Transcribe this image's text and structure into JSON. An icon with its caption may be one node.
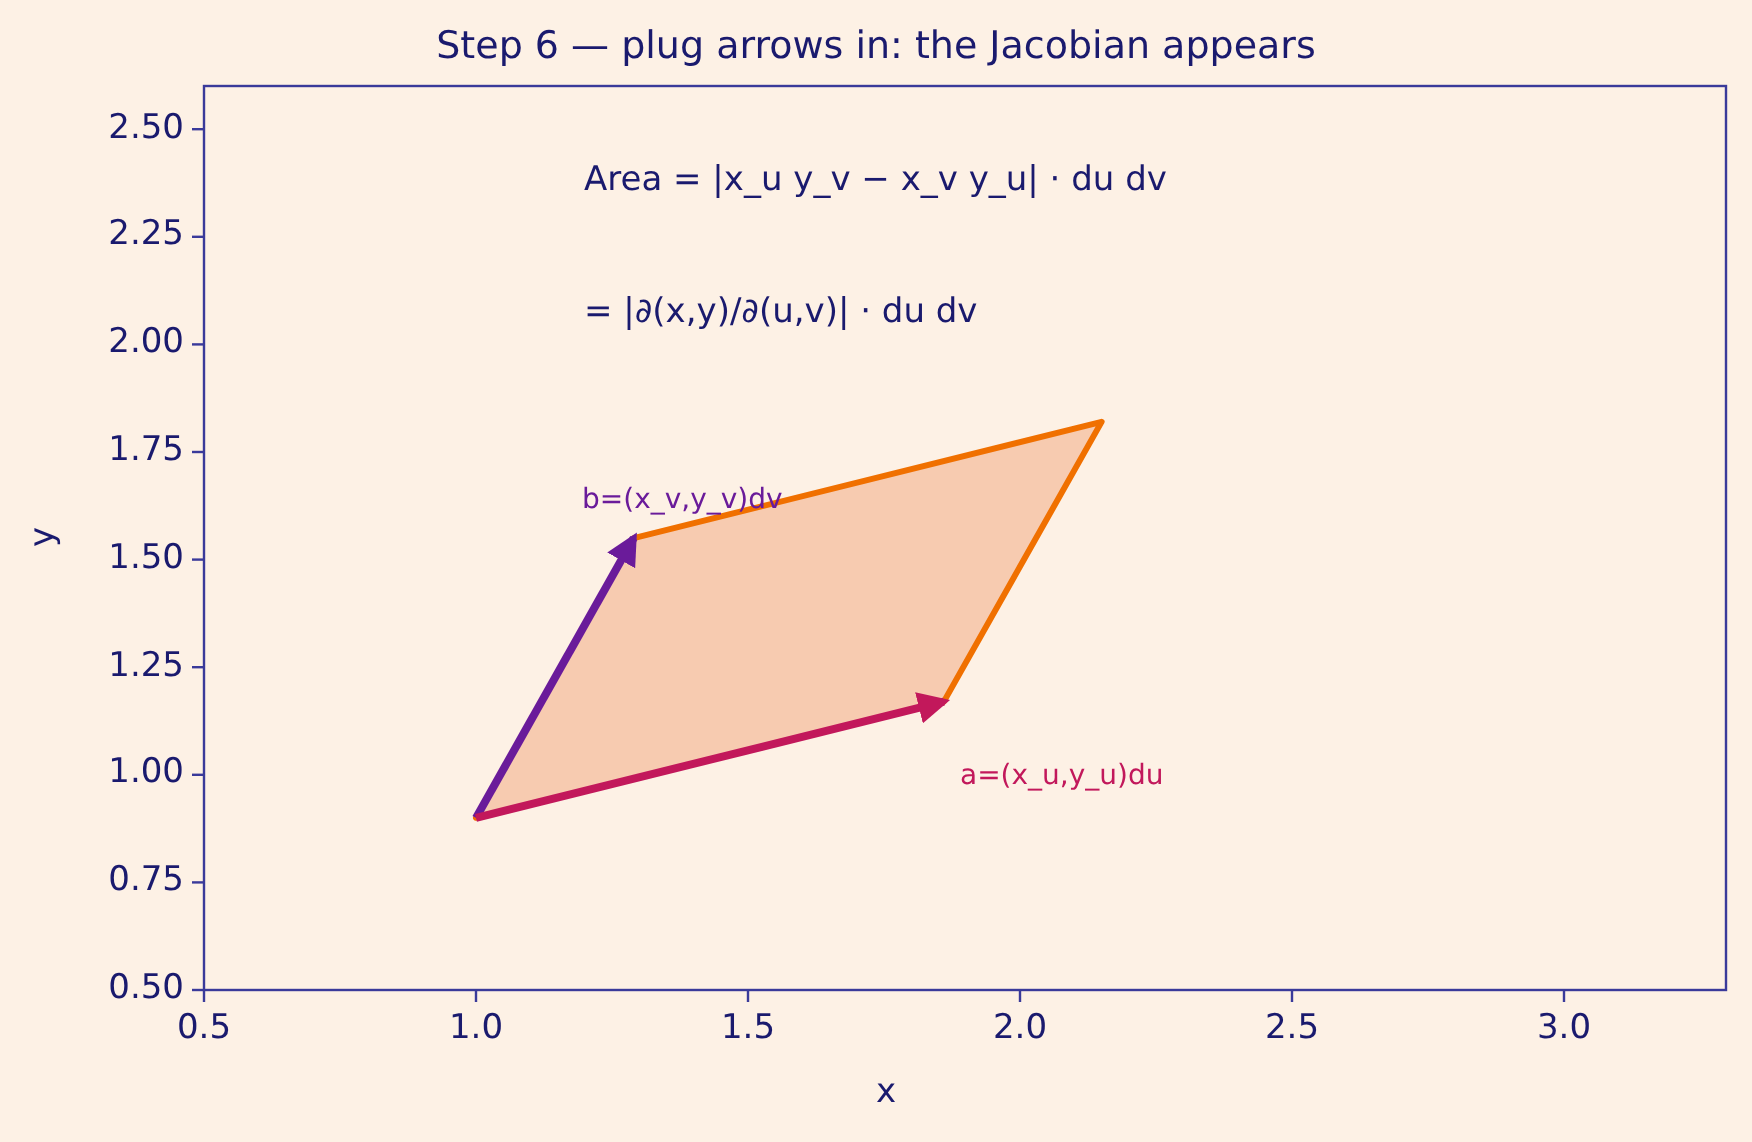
{
  "diagram": {
    "title": "Step 6 — plug arrows in: the Jacobian appears",
    "labels": [
      "Area = |x_u y_v − x_v y_u| · du dv",
      "= |∂(x,y)/∂(u,v)| · du dv",
      "b=(x_v,y_v)dv",
      "a=(x_u,y_u)du",
      "2.50",
      "2.25",
      "2.00",
      "1.75",
      "1.50",
      "1.25",
      "1.00",
      "0.75",
      "0.50",
      "0.5",
      "1.0",
      "1.5",
      "2.0",
      "2.5",
      "3.0",
      "x",
      "y"
    ]
  }
}
